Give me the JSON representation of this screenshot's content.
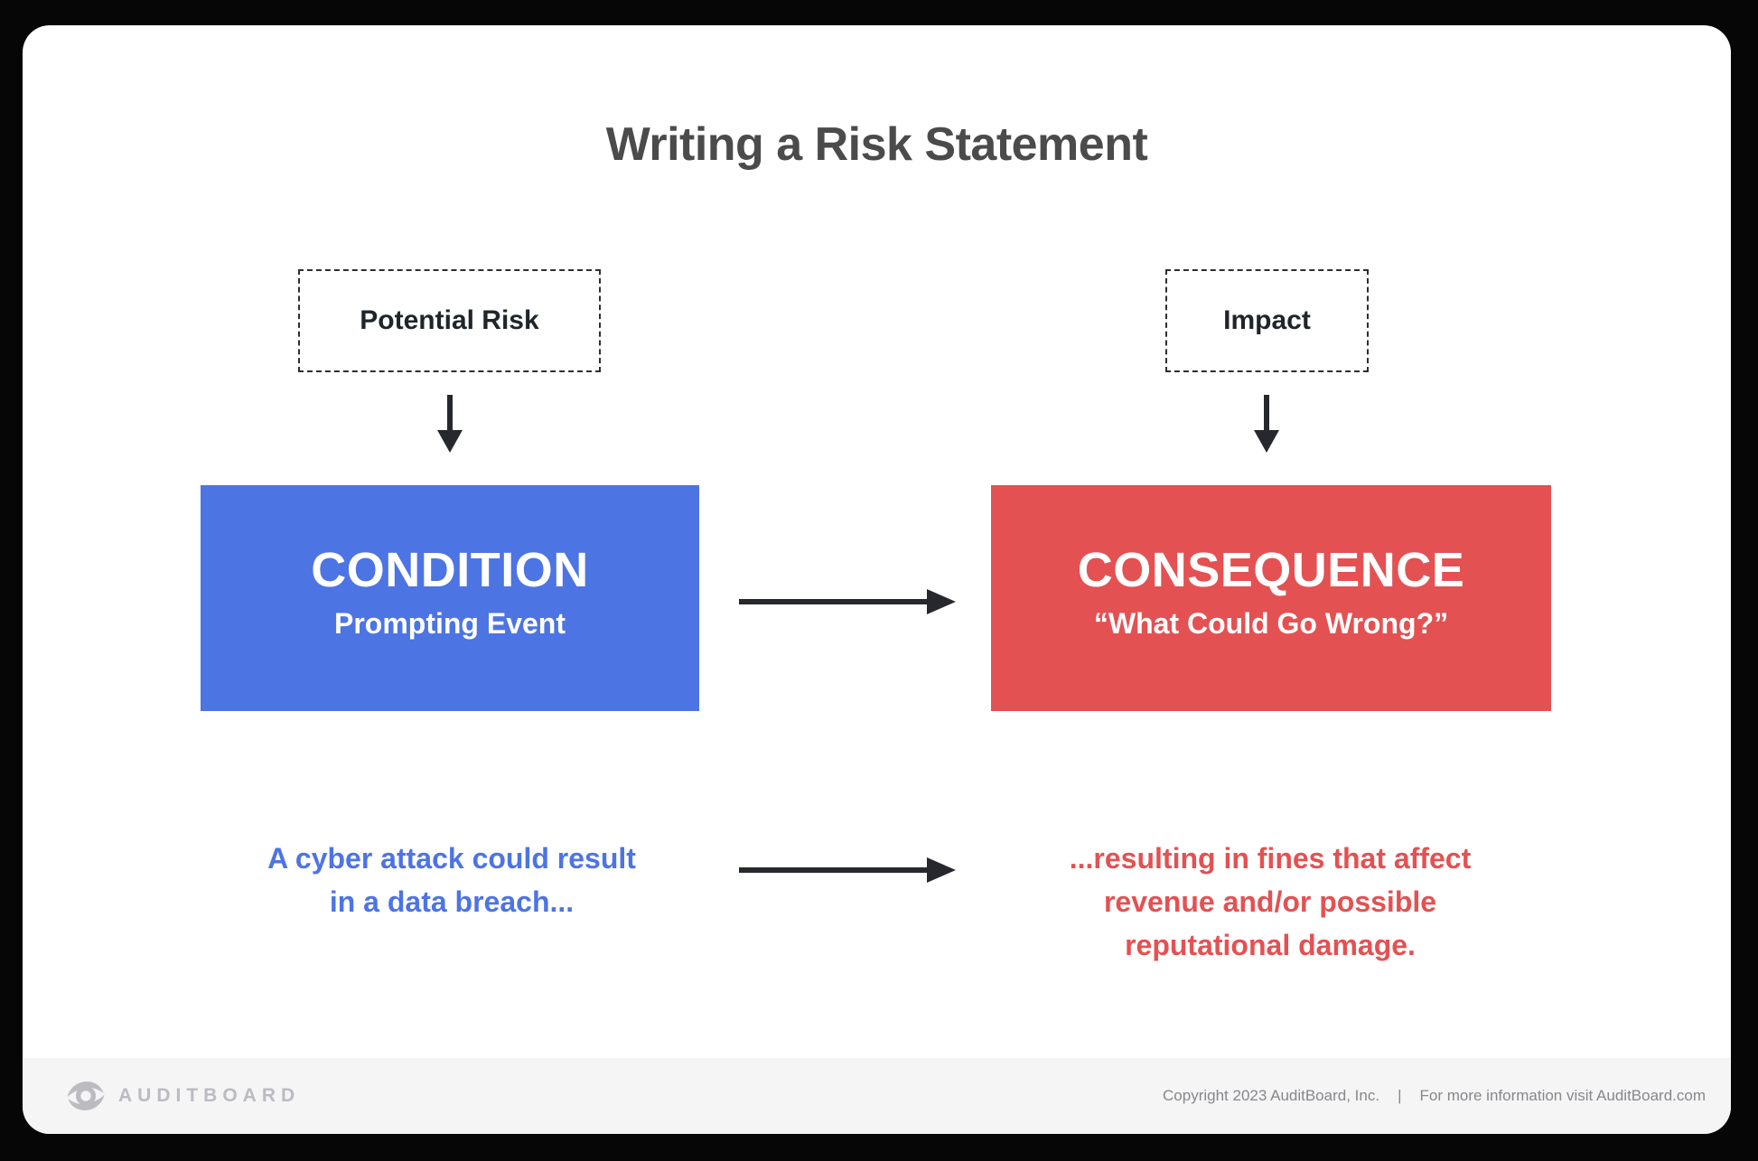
{
  "title": "Writing a Risk Statement",
  "colors": {
    "condition_blue": "#4d74e3",
    "consequence_red": "#e45152",
    "arrow_black": "#26282e",
    "title_gray": "#4b4b4b",
    "footer_background": "#f5f5f6",
    "footer_text_gray": "#87878b",
    "logo_gray": "#bbbbc0"
  },
  "flow": {
    "condition": {
      "tag": "Potential Risk",
      "title": "CONDITION",
      "subtitle": "Prompting Event"
    },
    "consequence": {
      "tag": "Impact",
      "title": "CONSEQUENCE",
      "subtitle": "“What Could Go Wrong?”"
    }
  },
  "examples": {
    "condition": {
      "lines": [
        "A cyber attack could result",
        "in a data breach..."
      ]
    },
    "consequence": {
      "lines": [
        "...resulting in fines that affect",
        "revenue and/or possible",
        "reputational damage."
      ]
    }
  },
  "footer": {
    "logo_text": "AUDITBOARD",
    "copyright": "Copyright 2023 AuditBoard, Inc.",
    "separator": "|",
    "info": "For more information visit AuditBoard.com"
  }
}
